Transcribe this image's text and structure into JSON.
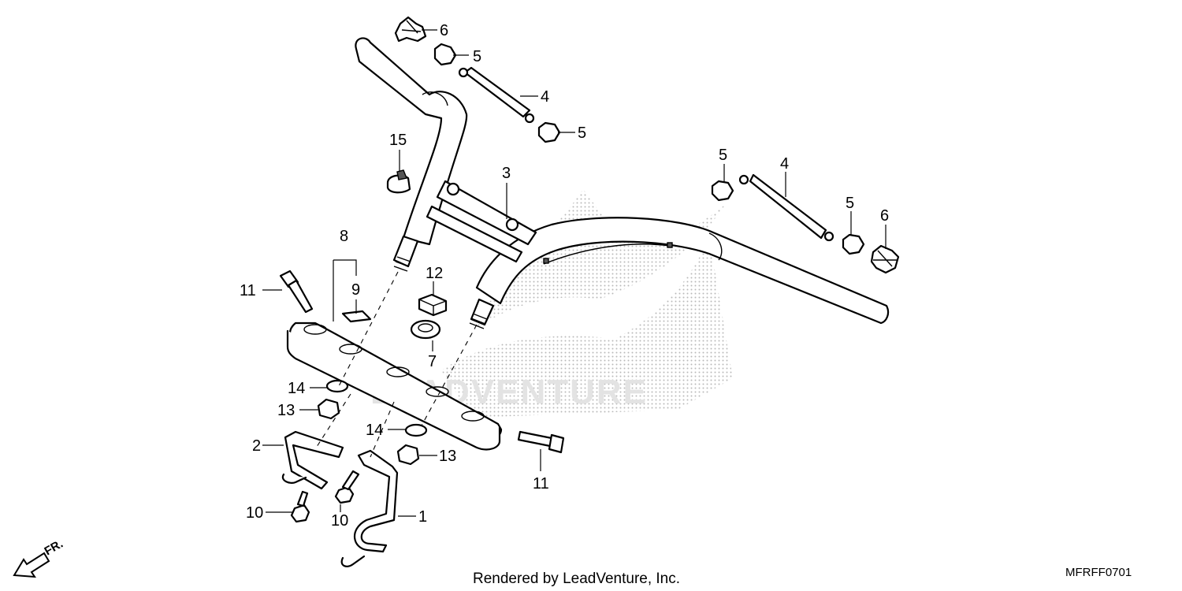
{
  "diagram": {
    "watermark": "LEADVENTURE",
    "callouts": {
      "c1": "1",
      "c2": "2",
      "c3": "3",
      "c4a": "4",
      "c4b": "4",
      "c5a": "5",
      "c5b": "5",
      "c5c": "5",
      "c5d": "5",
      "c6a": "6",
      "c6b": "6",
      "c7": "7",
      "c8": "8",
      "c9": "9",
      "c10a": "10",
      "c10b": "10",
      "c11a": "11",
      "c11b": "11",
      "c12": "12",
      "c13a": "13",
      "c13b": "13",
      "c14a": "14",
      "c14b": "14",
      "c15": "15"
    },
    "front_indicator": "FR.",
    "credit": "Rendered by LeadVenture, Inc.",
    "code": "MFRFF0701"
  }
}
